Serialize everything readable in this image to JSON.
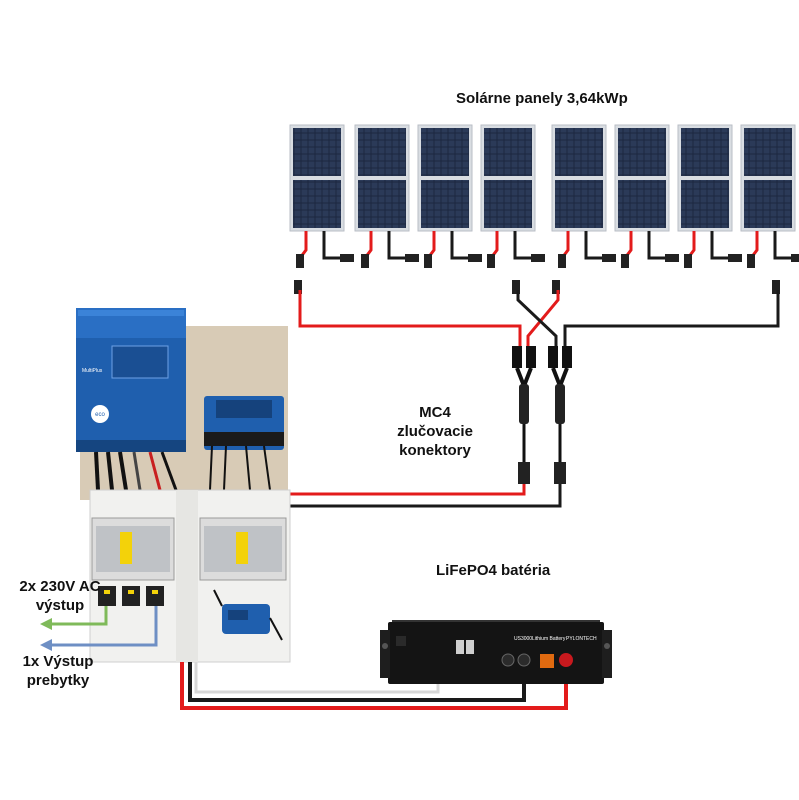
{
  "labels": {
    "solar_panels": "Solárne panely 3,64kWp",
    "mc4_line1": "MC4 zlučovacie",
    "mc4_line2": "konektory",
    "battery": "LiFePO4 batéria",
    "ac_line1": "2x 230V AC",
    "ac_line2": "výstup",
    "surplus_line1": "1x Výstup",
    "surplus_line2": "prebytky"
  },
  "device_text": {
    "inverter_model": "MultiPlus",
    "inverter_eco": "eco",
    "battery_model": "US3000",
    "battery_type": "Lithium Battery",
    "battery_brand": "PYLONTECH"
  },
  "panel_count": 8,
  "colors": {
    "positive_wire": "#e31b1b",
    "negative_wire": "#1a1a1a",
    "ac_output_wire": "#7fba5a",
    "surplus_wire": "#6e8fc4",
    "victron_blue": "#1f5fae",
    "board_beige": "#d8cbb6"
  }
}
